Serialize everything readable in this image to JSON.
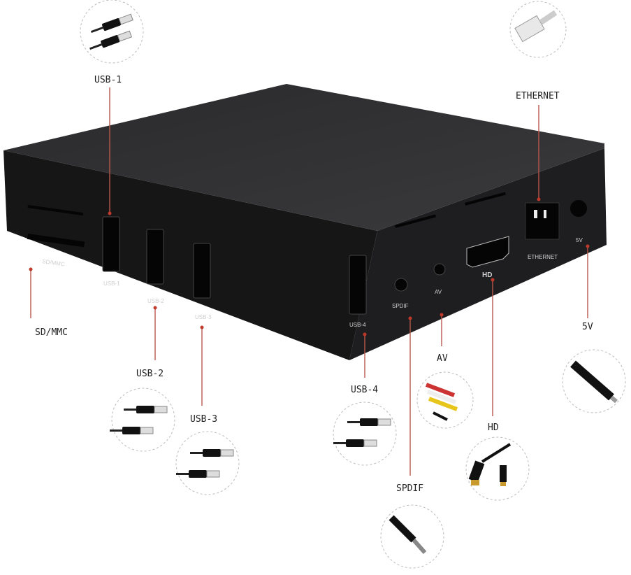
{
  "callouts": {
    "usb1": "USB-1",
    "ethernet": "ETHERNET",
    "sdmmc": "SD/MMC",
    "usb2": "USB-2",
    "usb3": "USB-3",
    "usb4": "USB-4",
    "av": "AV",
    "spdif": "SPDIF",
    "hd": "HD",
    "power": "5V"
  },
  "port_labels": {
    "sdmmc": "SD/MMC",
    "usb1": "USB-1",
    "usb2": "USB-2",
    "usb3": "USB-3",
    "usb4": "USB-4",
    "spdif": "SPDIF",
    "av": "AV",
    "hd": "HD",
    "ethernet": "ETHERNET",
    "power": "5V"
  },
  "colors": {
    "leader": "#b8574c",
    "device": "#1c1c1e"
  }
}
